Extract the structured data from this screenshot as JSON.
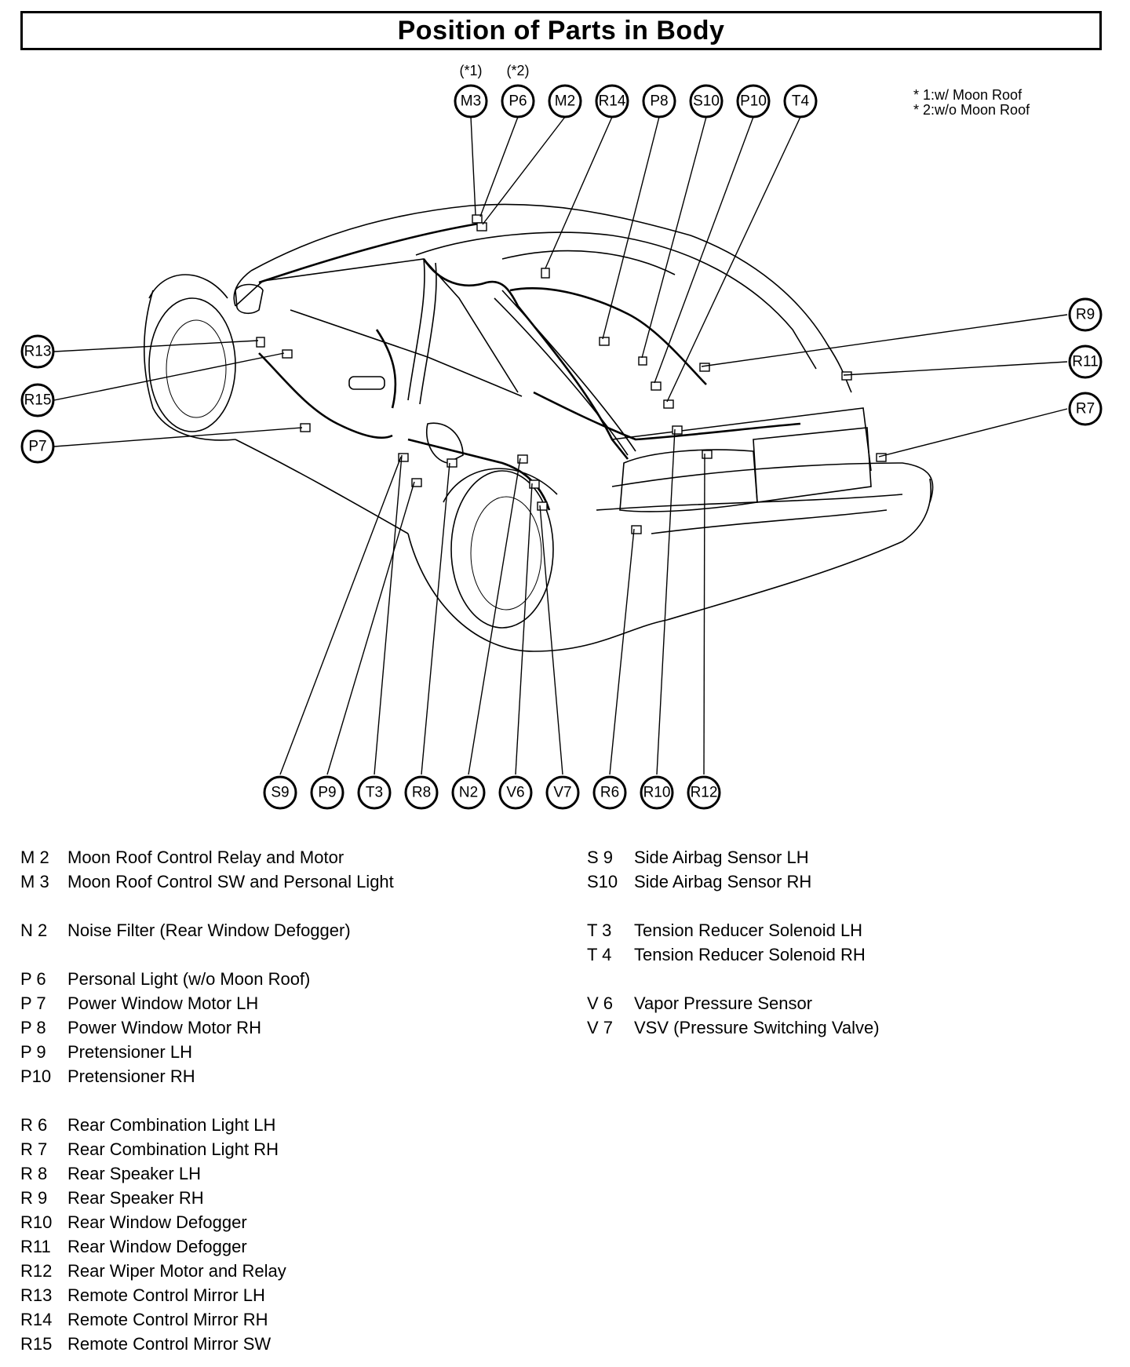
{
  "title": "Position of Parts in Body",
  "notes": [
    "* 1:w/ Moon Roof",
    "* 2:w/o Moon Roof"
  ],
  "top_qualifiers": {
    "m3": "(*1)",
    "p6": "(*2)"
  },
  "callouts": {
    "top": [
      "M3",
      "P6",
      "M2",
      "R14",
      "P8",
      "S10",
      "P10",
      "T4"
    ],
    "left": [
      "R13",
      "R15",
      "P7"
    ],
    "right": [
      "R9",
      "R11",
      "R7"
    ],
    "bottom": [
      "S9",
      "P9",
      "T3",
      "R8",
      "N2",
      "V6",
      "V7",
      "R6",
      "R10",
      "R12"
    ]
  },
  "legend_left": [
    {
      "code": "M 2",
      "desc": "Moon Roof Control Relay and Motor"
    },
    {
      "code": "M 3",
      "desc": "Moon Roof Control SW and Personal Light"
    },
    null,
    {
      "code": "N 2",
      "desc": "Noise Filter (Rear Window Defogger)"
    },
    null,
    {
      "code": "P 6",
      "desc": "Personal Light (w/o Moon Roof)"
    },
    {
      "code": "P 7",
      "desc": "Power Window Motor LH"
    },
    {
      "code": "P 8",
      "desc": "Power Window Motor RH"
    },
    {
      "code": "P 9",
      "desc": "Pretensioner LH"
    },
    {
      "code": "P10",
      "desc": "Pretensioner RH"
    },
    null,
    {
      "code": "R 6",
      "desc": "Rear Combination Light LH"
    },
    {
      "code": "R 7",
      "desc": "Rear Combination Light RH"
    },
    {
      "code": "R 8",
      "desc": "Rear Speaker LH"
    },
    {
      "code": "R 9",
      "desc": "Rear Speaker RH"
    },
    {
      "code": "R10",
      "desc": "Rear Window Defogger"
    },
    {
      "code": "R11",
      "desc": "Rear Window Defogger"
    },
    {
      "code": "R12",
      "desc": "Rear Wiper Motor and Relay"
    },
    {
      "code": "R13",
      "desc": "Remote Control Mirror LH"
    },
    {
      "code": "R14",
      "desc": "Remote Control Mirror RH"
    },
    {
      "code": "R15",
      "desc": "Remote Control Mirror SW"
    }
  ],
  "legend_right": [
    {
      "code": "S 9",
      "desc": "Side Airbag Sensor LH"
    },
    {
      "code": "S10",
      "desc": "Side Airbag Sensor RH"
    },
    null,
    {
      "code": "T 3",
      "desc": "Tension Reducer Solenoid LH"
    },
    {
      "code": "T 4",
      "desc": "Tension Reducer Solenoid RH"
    },
    null,
    {
      "code": "V 6",
      "desc": "Vapor Pressure Sensor"
    },
    {
      "code": "V 7",
      "desc": "VSV (Pressure Switching Valve)"
    }
  ]
}
